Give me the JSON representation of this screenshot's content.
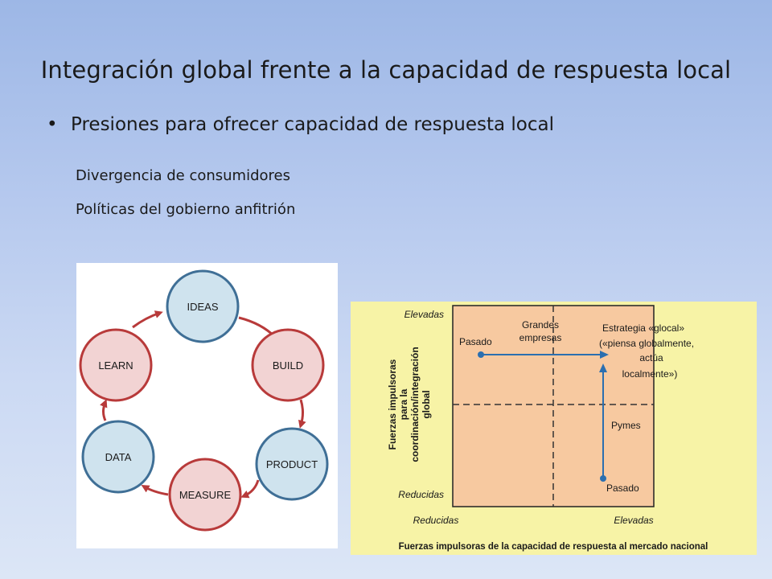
{
  "slide": {
    "title": "Integración global frente a la capacidad de respuesta local",
    "bullet": "Presiones para ofrecer capacidad de respuesta local",
    "subpoints": [
      "Divergencia de consumidores",
      "Políticas del gobierno anfitrión"
    ]
  },
  "cycle_diagram": {
    "nodes": [
      {
        "label": "IDEAS",
        "fill": "#cfe3ee",
        "stroke": "#3f6f96"
      },
      {
        "label": "BUILD",
        "fill": "#f2d3d3",
        "stroke": "#b83a3a"
      },
      {
        "label": "PRODUCT",
        "fill": "#cfe3ee",
        "stroke": "#3f6f96"
      },
      {
        "label": "MEASURE",
        "fill": "#f2d3d3",
        "stroke": "#b83a3a"
      },
      {
        "label": "DATA",
        "fill": "#cfe3ee",
        "stroke": "#3f6f96"
      },
      {
        "label": "LEARN",
        "fill": "#f2d3d3",
        "stroke": "#b83a3a"
      }
    ],
    "arrow_color": "#b83a3a"
  },
  "matrix": {
    "y_high": "Elevadas",
    "y_low": "Reducidas",
    "x_low": "Reducidas",
    "x_high": "Elevadas",
    "y_axis_lines": [
      "Fuerzas impulsoras",
      "para la",
      "coordinación/integración",
      "global"
    ],
    "x_axis_label": "Fuerzas impulsoras de la capacidad de respuesta al mercado nacional",
    "label_pasado_top": "Pasado",
    "label_grandes_1": "Grandes",
    "label_grandes_2": "empresas",
    "label_estrategia_1": "Estrategia «glocal»",
    "label_estrategia_2": "(«piensa globalmente,",
    "label_estrategia_3": "actúa",
    "label_estrategia_4": "localmente»)",
    "label_pymes": "Pymes",
    "label_pasado_bottom": "Pasado",
    "colors": {
      "background": "#f7f3a6",
      "plot": "#f7c9a0",
      "arrow": "#2b6fb0"
    }
  }
}
